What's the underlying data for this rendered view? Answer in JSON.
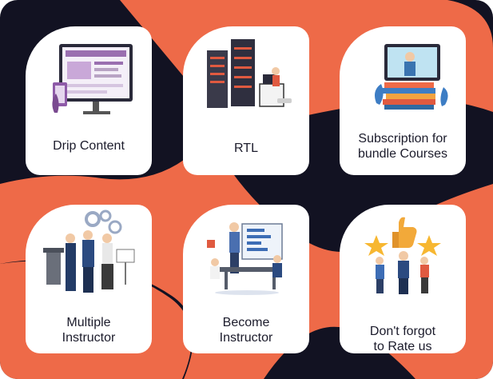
{
  "colors": {
    "panel_background": "#121222",
    "accent": "#ee6a48",
    "card_background": "#ffffff",
    "label_text": "#1b1b2b"
  },
  "cards": [
    {
      "label": "Drip Content",
      "icon": "drip-content-illustration"
    },
    {
      "label": "RTL",
      "icon": "server-rack-illustration"
    },
    {
      "label": "Subscription for\nbundle Courses",
      "icon": "online-course-books-illustration"
    },
    {
      "label": "Multiple\nInstructor",
      "icon": "instructors-team-illustration"
    },
    {
      "label": "Become\nInstructor",
      "icon": "presentation-meeting-illustration"
    },
    {
      "label": "Don't forgot\n to Rate us",
      "icon": "rating-stars-illustration"
    }
  ]
}
